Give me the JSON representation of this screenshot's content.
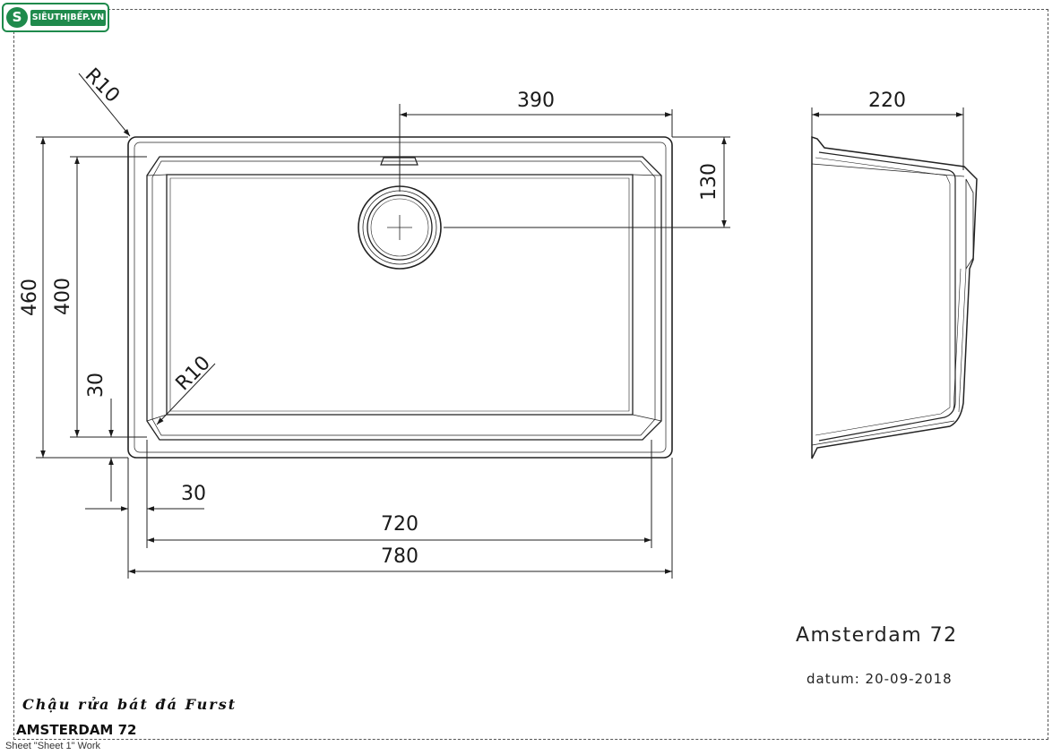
{
  "brand": {
    "logo_mark": "S",
    "logo_text": "SIÊUTHỊBẾP.VN",
    "accent_color": "#1f8a4c"
  },
  "diagram": {
    "dimensions": {
      "radius_top": "R10",
      "radius_inner": "R10",
      "drain_offset": "390",
      "side_depth": "220",
      "drain_from_top": "130",
      "outer_height": "460",
      "inner_height": "400",
      "flange_vertical": "30",
      "flange_horizontal": "30",
      "inner_width": "720",
      "outer_width": "780"
    }
  },
  "title_block": {
    "model_title": "Amsterdam 72",
    "date_line": "datum: 20-09-2018",
    "product_line": "Chậu rửa bát đá Furst",
    "model_code": "AMSTERDAM 72",
    "sheet_line": "Sheet \"Sheet 1\" Work"
  }
}
